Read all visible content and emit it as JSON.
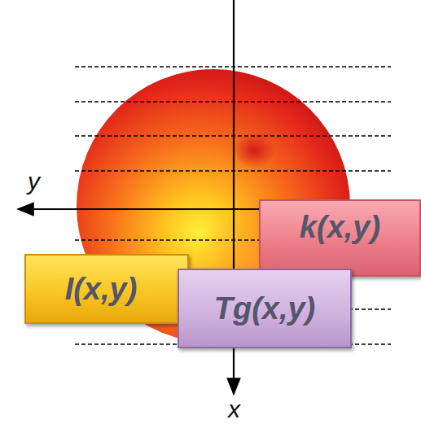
{
  "diagram": {
    "nodes": [
      {
        "text": [
          "k(x,y)"
        ]
      },
      {
        "text": [
          "I(x,y)"
        ]
      },
      {
        "text": [
          "Tg(x,y)"
        ]
      }
    ],
    "labels": [
      "y",
      "x"
    ]
  }
}
